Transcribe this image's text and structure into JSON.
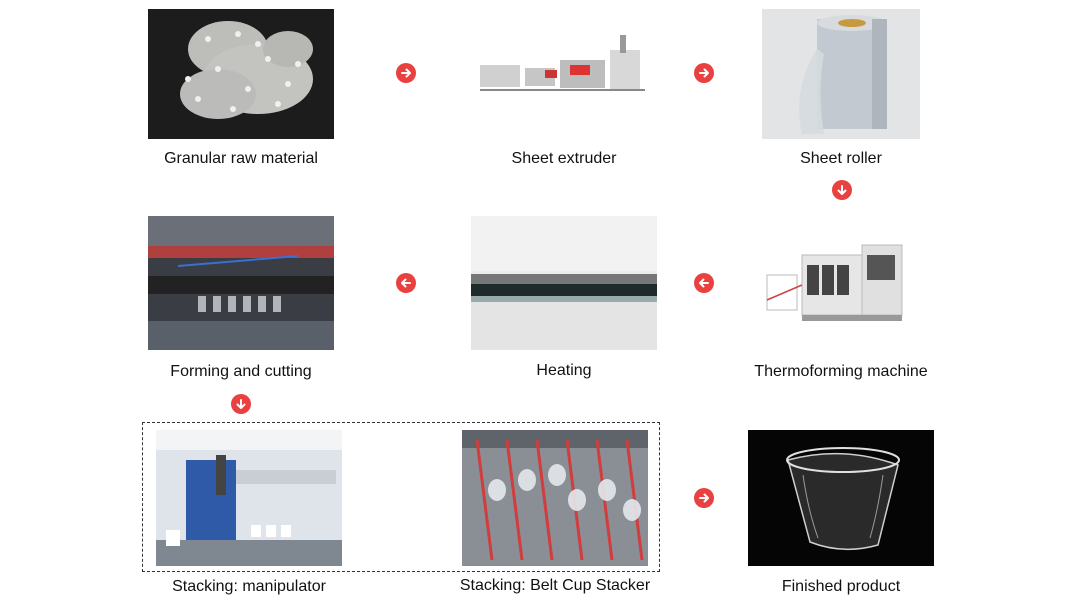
{
  "steps": {
    "granular": "Granular raw material",
    "extruder": "Sheet extruder",
    "roller": "Sheet roller",
    "thermoforming": "Thermoforming machine",
    "heating": "Heating",
    "forming": "Forming and cutting",
    "manipulator": "Stacking: manipulator",
    "belt": "Stacking: Belt Cup Stacker",
    "finished": "Finished product"
  },
  "arrows": [
    {
      "from": "Granular raw material",
      "to": "Sheet extruder",
      "direction": "right-arrow-icon"
    },
    {
      "from": "Sheet extruder",
      "to": "Sheet roller",
      "direction": "right-arrow-icon"
    },
    {
      "from": "Sheet roller",
      "to": "Thermoforming machine",
      "direction": "down-arrow-icon"
    },
    {
      "from": "Thermoforming machine",
      "to": "Heating",
      "direction": "left-arrow-icon"
    },
    {
      "from": "Heating",
      "to": "Forming and cutting",
      "direction": "left-arrow-icon"
    },
    {
      "from": "Forming and cutting",
      "to": "Stacking: manipulator",
      "direction": "down-arrow-icon"
    },
    {
      "from": "Stacking: Belt Cup Stacker",
      "to": "Finished product",
      "direction": "right-arrow-icon"
    }
  ],
  "colors": {
    "arrow": "#e8413f",
    "dash": "#333333"
  }
}
